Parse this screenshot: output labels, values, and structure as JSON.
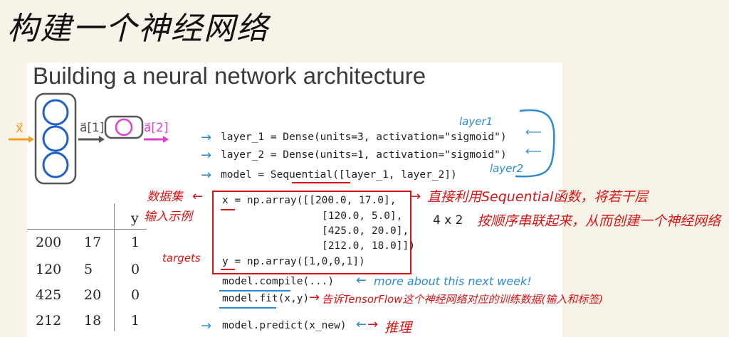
{
  "handwritten_title": "构建一个神经网络",
  "slide_title": "Building a neural network architecture",
  "diagram": {
    "input": "x⃗",
    "a1": "a⃗[1]",
    "a2": "a⃗[2]"
  },
  "code": {
    "layer1": "layer_1 = Dense(units=3, activation=\"sigmoid\")",
    "layer2": "layer_2 = Dense(units=1, activation=\"sigmoid\")",
    "model": "model = Sequential([layer_1, layer_2])",
    "x1": "x = np.array([[200.0, 17.0],",
    "x2": "[120.0, 5.0],",
    "x3": "[425.0, 20.0],",
    "x4": "[212.0, 18.0]])",
    "y": "y = np.array([1,0,0,1])",
    "compile": "model.compile(...)",
    "fit": "model.fit(x,y)",
    "predict": "model.predict(x_new)"
  },
  "annotations": {
    "layer1": "layer1",
    "layer2": "layer2",
    "dataset": "数据集",
    "input_examples": "输入示例",
    "targets": "targets",
    "sequential_1": "直接利用Sequential函数，将若干层",
    "sequential_2": "按顺序串联起来，从而创建一个神经网络",
    "shape": "4 x 2",
    "compile_note": "more about this next week!",
    "fit_note": "告诉TensorFlow这个神经网络对应的训练数据(输入和标签)",
    "predict_note": "推理"
  },
  "table": {
    "header": [
      "",
      "",
      "y"
    ],
    "rows": [
      [
        "200",
        "17",
        "1"
      ],
      [
        "120",
        "5",
        "0"
      ],
      [
        "425",
        "20",
        "0"
      ],
      [
        "212",
        "18",
        "1"
      ]
    ]
  },
  "colors": {
    "blue": "#2a8ad4",
    "red": "#d61515",
    "magenta": "#e040d0",
    "orange": "#f0a020"
  }
}
